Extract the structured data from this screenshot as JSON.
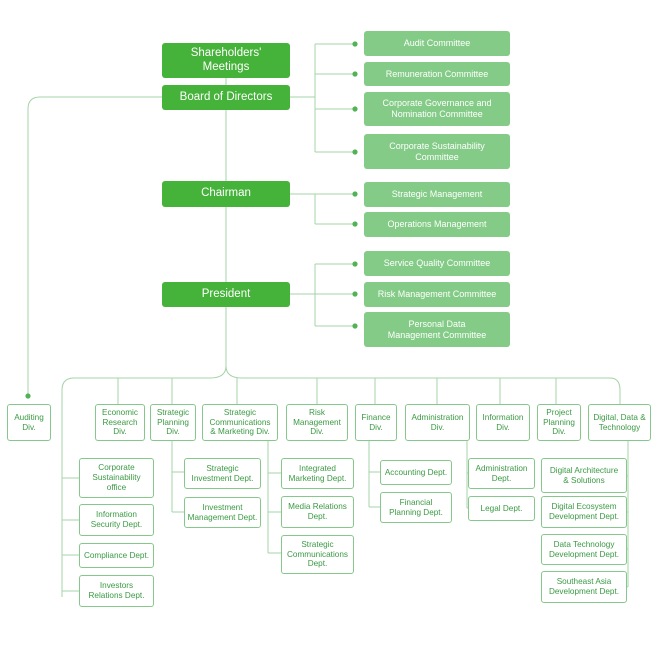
{
  "governance": {
    "shareholders": "Shareholders'\nMeetings",
    "board": "Board of Directors",
    "chairman": "Chairman",
    "president": "President"
  },
  "board_committees": [
    "Audit Committee",
    "Remuneration Committee",
    "Corporate Governance and\nNomination Committee",
    "Corporate Sustainability\nCommittee"
  ],
  "chairman_units": [
    "Strategic Management",
    "Operations Management"
  ],
  "president_committees": [
    "Service Quality Committee",
    "Risk Management Committee",
    "Personal Data\nManagement Committee"
  ],
  "auditing": "Auditing\nDiv.",
  "divisions": [
    "Economic\nResearch\nDiv.",
    "Strategic\nPlanning\nDiv.",
    "Strategic\nCommunications\n& Marketing Div.",
    "Risk\nManagement\nDiv.",
    "Finance\nDiv.",
    "Administration\nDiv.",
    "Information\nDiv.",
    "Project\nPlanning\nDiv.",
    "Digital, Data &\nTechnology"
  ],
  "president_depts": [
    "Corporate\nSustainability\noffice",
    "Information\nSecurity Dept.",
    "Compliance Dept.",
    "Investors\nRelations Dept."
  ],
  "strategic_planning_depts": [
    "Strategic\nInvestment Dept.",
    "Investment\nManagement Dept."
  ],
  "risk_depts": [
    "Integrated\nMarketing Dept.",
    "Media Relations\nDept.",
    "Strategic\nCommunications\nDept."
  ],
  "finance_depts": [
    "Accounting Dept.",
    "Financial\nPlanning Dept."
  ],
  "admin_depts": [
    "Administration\nDept.",
    "Legal Dept."
  ],
  "digital_depts": [
    "Digital Architecture\n& Solutions",
    "Digital Ecosystem\nDevelopment Dept.",
    "Data Technology\nDevelopment Dept.",
    "Southeast Asia\nDevelopment Dept."
  ]
}
